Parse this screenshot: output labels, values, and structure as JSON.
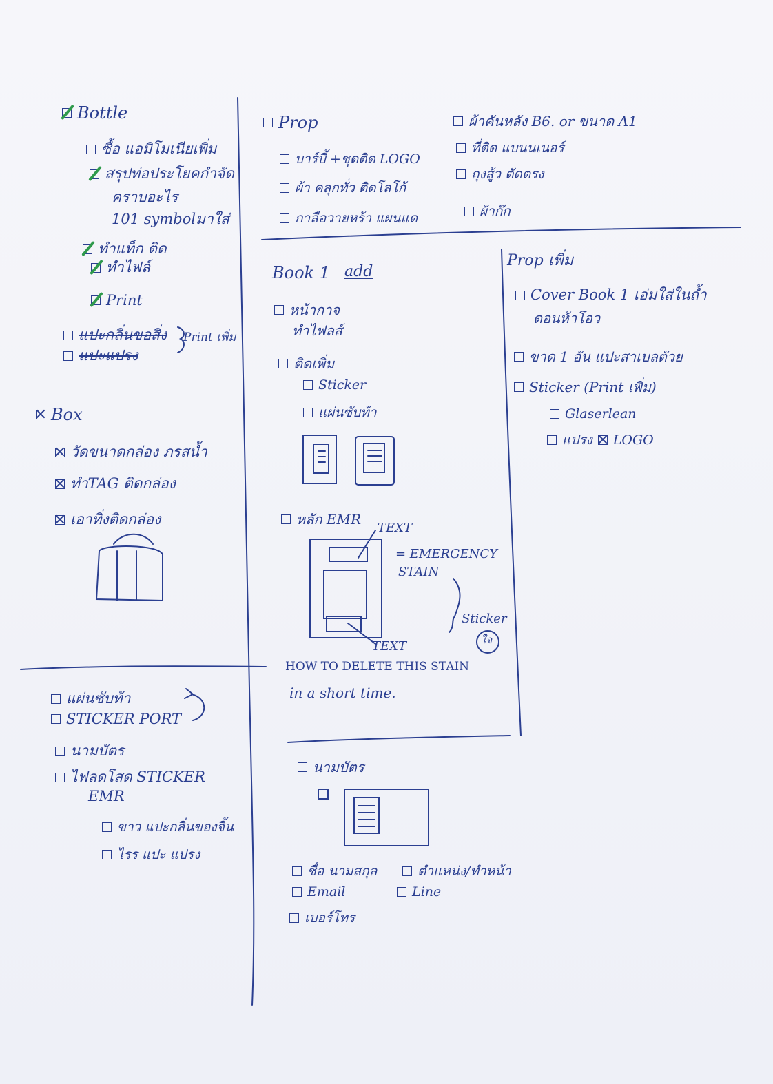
{
  "left": {
    "bottle": {
      "title": "Bottle",
      "items": [
        {
          "label": "ซื้อ แอมิโมเนียเพิ่ม",
          "check": "empty"
        },
        {
          "label": "สรุปท่อประโยคกำจัด",
          "check": "green"
        },
        {
          "label": "คราบอะไร",
          "check": "none"
        },
        {
          "label": "101 symbolมาใส่",
          "check": "none"
        },
        {
          "label": "ทำแท็ก ติด",
          "check": "green"
        },
        {
          "label": "ทำไฟล์",
          "check": "green"
        },
        {
          "label": "Print",
          "check": "green"
        },
        {
          "label": "แปะกลิ่นขอสิ่ง",
          "check": "strike"
        },
        {
          "label": "แปะแปรง",
          "check": "strike"
        }
      ],
      "bracket_note": "Print เพิ่ม"
    },
    "box": {
      "title": "Box",
      "items": [
        {
          "label": "วัดขนาดกล่อง ภรสน้ำ"
        },
        {
          "label": "ทำTAG ติดกล่อง"
        },
        {
          "label": "เอาทิ่งติดกล่อง"
        }
      ]
    },
    "bottom": {
      "items": [
        {
          "label": "แผ่นซับท้า"
        },
        {
          "label": "STICKER PORT"
        },
        {
          "label": "นามบัตร"
        },
        {
          "label": "ไฟลดโสด STICKER"
        }
      ],
      "emr": "EMR",
      "sub_items": [
        {
          "label": "ขาว แปะกลิ่นของจิ้น"
        },
        {
          "label": "ไรร แปะ แปรง"
        }
      ]
    }
  },
  "top_right": {
    "prop_title": "Prop",
    "col1": [
      "บาร์บี้ +ชุดติด LOGO",
      "ผ้า คลุกทั่ว ติดโลโก้",
      "กาลือวายหร้า แผนแด"
    ],
    "col2": [
      "ผ้าคันหลัง B6. or ขนาด A1",
      "ที่ติด แบนนเนอร์",
      "ถุงสู้ว ตัดตรง",
      "ผ้าก๊ก"
    ]
  },
  "book": {
    "title": "Book 1",
    "add": "add",
    "items": [
      {
        "label": "หน้ากาจ",
        "sub": "ทำไฟลส์"
      },
      {
        "label": "ติดเพิ่ม"
      }
    ],
    "sub_items": [
      "Sticker",
      "แผ่นซับท้า"
    ],
    "emr_label": "หลัก EMR",
    "text_top": "TEXT",
    "emergency": "= EMERGENCY",
    "stain": "STAIN",
    "text_bottom": "TEXT",
    "sticker": "Sticker",
    "circle": "ใจ",
    "howto": "HOW TO DELETE THIS STAIN",
    "short": "in a short time."
  },
  "prop_more": {
    "title": "Prop เพิ่ม",
    "items": [
      {
        "label": "Cover Book 1 เอ่มใส่ในถ้ำ",
        "sub": "ดอนห้าโอว"
      },
      {
        "label": "ขาด 1 อัน แปะสาเบลตัวย"
      },
      {
        "label": "Sticker (Print เพิ่ม)"
      }
    ],
    "sub_items": [
      "Glaserlean",
      "แปรง"
    ],
    "logo": "LOGO"
  },
  "namecard": {
    "title": "นามบัตร",
    "items": [
      "ชื่อ นามสกุล",
      "ตำแหน่ง/ทำหน้า",
      "Email",
      "Line",
      "เบอร์โทร"
    ]
  }
}
